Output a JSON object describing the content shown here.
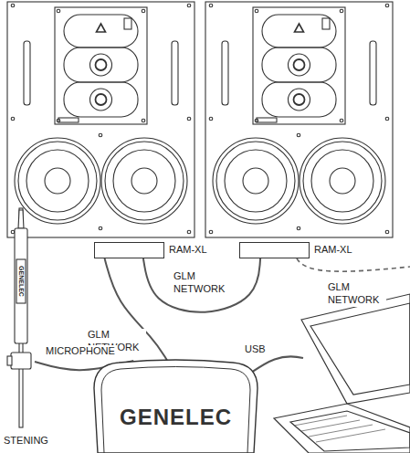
{
  "diagram": {
    "nodes": [
      {
        "text": [
          "RAM-XL"
        ]
      },
      {
        "text": [
          "RAM-XL"
        ]
      },
      {
        "text": [
          "GENELEC"
        ]
      },
      {
        "text": [
          "GENELEC"
        ]
      }
    ],
    "edges": [
      {
        "from": 0,
        "to": 1,
        "arrow": "none",
        "label": "GLM NETWORK"
      },
      {
        "from": 0,
        "to": 3,
        "arrow": "none",
        "label": "GLM NETWORK"
      },
      {
        "from": 2,
        "to": 3,
        "arrow": "none",
        "label": "MICROPHONE"
      }
    ],
    "labels": [
      "GLM NETWORK",
      "USB",
      "STENING"
    ]
  }
}
